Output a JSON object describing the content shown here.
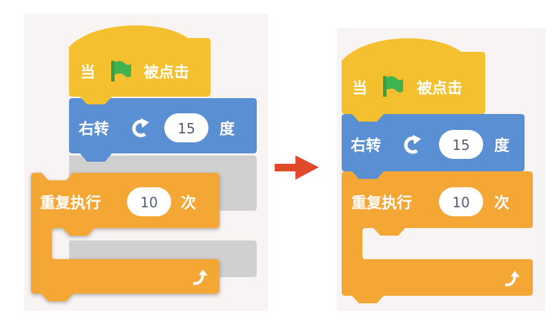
{
  "colors": {
    "event": "#f5c030",
    "motion": "#5a8fd4",
    "control": "#f5a736",
    "ghost": "#cfcfcf",
    "arrow": "#e04a2a",
    "flag": "#3fb34f"
  },
  "before": {
    "hat_block": {
      "prefix": "当",
      "icon": "green-flag-icon",
      "suffix": "被点击"
    },
    "turn_block": {
      "label": "右转",
      "icon": "rotate-right-icon",
      "value": "15",
      "unit": "度"
    },
    "repeat_block": {
      "label": "重复执行",
      "value": "10",
      "unit": "次",
      "icon": "loop-arrow-icon"
    }
  },
  "transition_icon": "arrow-right-icon",
  "after": {
    "hat_block": {
      "prefix": "当",
      "icon": "green-flag-icon",
      "suffix": "被点击"
    },
    "turn_block": {
      "label": "右转",
      "icon": "rotate-right-icon",
      "value": "15",
      "unit": "度"
    },
    "repeat_block": {
      "label": "重复执行",
      "value": "10",
      "unit": "次",
      "icon": "loop-arrow-icon"
    }
  }
}
